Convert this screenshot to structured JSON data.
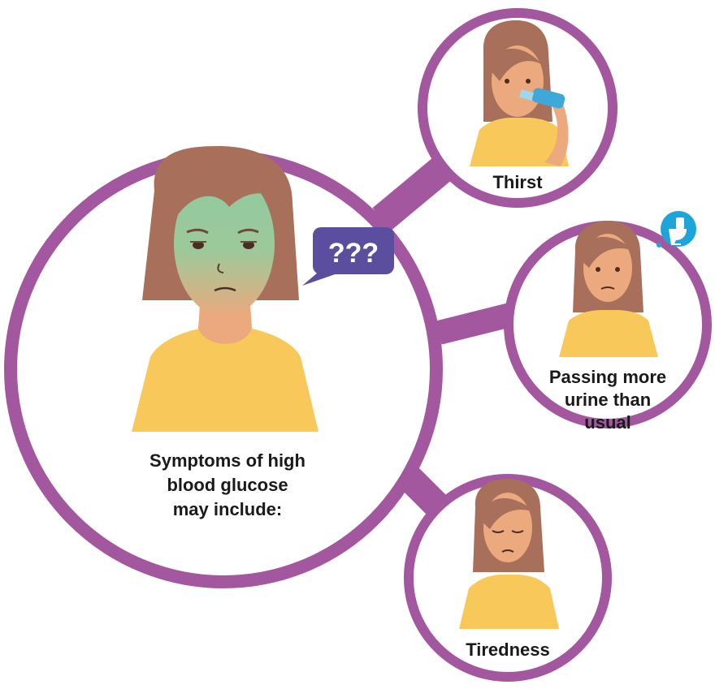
{
  "main": {
    "caption_lines": [
      "Symptoms of high",
      "blood glucose",
      "may include:"
    ],
    "speech_bubble": "???"
  },
  "symptoms": [
    {
      "label_lines": [
        "Thirst"
      ]
    },
    {
      "label_lines": [
        "Passing more",
        "urine than",
        "usual"
      ]
    },
    {
      "label_lines": [
        "Tiredness"
      ]
    }
  ],
  "colors": {
    "ring": "#a3579e",
    "skin": "#eba97d",
    "hair": "#a8705a",
    "shirt": "#f8c95a",
    "bubble": "#5c4e9e",
    "sick_face": "#8fc9a0",
    "toilet_badge": "#1da5d9"
  },
  "icons": [
    "speech-bubble-icon",
    "water-bottle-icon",
    "toilet-icon"
  ]
}
